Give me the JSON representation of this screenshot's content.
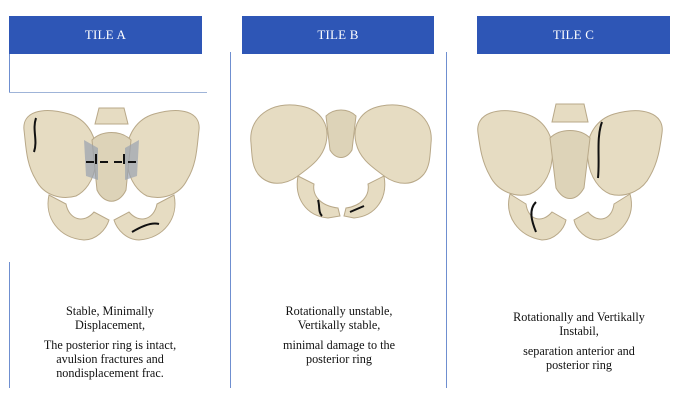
{
  "tiles": [
    {
      "header": "TILE A",
      "caption_lines": [
        "Stable, Minimally",
        "Displacement,"
      ],
      "caption_lines_b": [
        "The posterior ring is intact,",
        "avulsion fractures and",
        "nondisplacement frac."
      ]
    },
    {
      "header": "TILE B",
      "caption_lines": [
        "Rotationally unstable,",
        "Vertikally stable,"
      ],
      "caption_lines_b": [
        "minimal damage to the",
        "posterior ring"
      ]
    },
    {
      "header": "TILE C",
      "caption_lines": [
        "Rotationally and Vertikally",
        "Instabil,"
      ],
      "caption_lines_b": [
        "separation anterior and",
        "posterior ring"
      ]
    }
  ],
  "colors": {
    "header": "#2e56b6",
    "divider": "#6f8fd0",
    "bone": "#e6dcc2",
    "fracture": "#111111"
  },
  "icons": [
    "pelvis-illustration-a",
    "pelvis-illustration-b",
    "pelvis-illustration-c"
  ]
}
